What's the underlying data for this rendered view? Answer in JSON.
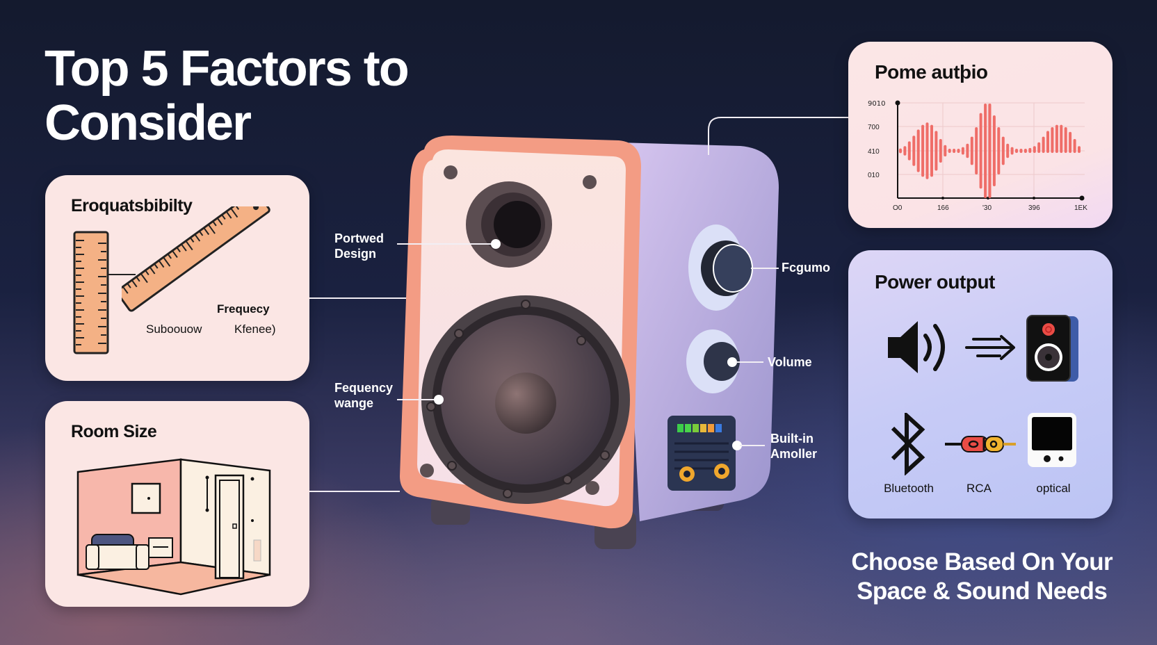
{
  "header": {
    "title_line1": "Top 5 Factors to",
    "title_line2": "Consider"
  },
  "panels": {
    "compatibility": {
      "title": "Eroquatsbibilty",
      "labels": [
        "Frequecy",
        "Suboouow",
        "Kfenee)"
      ],
      "icons": [
        "vertical-ruler-icon",
        "diagonal-ruler-icon"
      ]
    },
    "room_size": {
      "title": "Room Size",
      "icons": [
        "room-illustration-icon",
        "sofa-icon",
        "door-icon",
        "picture-frame-icon"
      ]
    },
    "frequency_chart": {
      "title": "Pome autþio"
    },
    "power_output": {
      "title": "Power output",
      "connectivity": [
        {
          "label": "Bluetooth",
          "icon": "bluetooth-icon"
        },
        {
          "label": "RCA",
          "icon": "rca-cable-icon"
        },
        {
          "label": "optical",
          "icon": "optical-port-icon"
        }
      ],
      "icons": [
        "speaker-volume-icon",
        "double-arrow-icon",
        "speaker-device-icon"
      ]
    }
  },
  "callouts": {
    "ported": "Portwed\nDesign",
    "ported_line1": "Portwed",
    "ported_line2": "Design",
    "freq_line1": "Fequency",
    "freq_line2": "wange",
    "knob": "Fcgumo",
    "volume": "Volume",
    "amp_line1": "Built-in",
    "amp_line2": "Amoller"
  },
  "footer": {
    "line1": "Choose Based On Your",
    "line2": "Space & Sound Needs"
  },
  "colors": {
    "panel_pink": "#fbe6e4",
    "panel_lavender": "#c7cbf5",
    "speaker_accent": "#f39c84",
    "waveform": "#ef6d68",
    "ruler": "#f4b185"
  },
  "chart_data": {
    "type": "bar",
    "title": "Pome autþio",
    "xlabel": "",
    "ylabel": "",
    "x_ticks": [
      "O0",
      "166",
      "'30",
      "396",
      "1EK"
    ],
    "y_ticks": [
      "9010",
      "700",
      "410",
      "010"
    ],
    "description": "Symmetric waveform-like bar plot centred on the 410 line; three bursts: moderate burst near x≈1/4, tallest burst near x≈1/2, then a one-sided hump near x≈7/8",
    "series": [
      {
        "name": "amplitude",
        "values": [
          0.05,
          0.1,
          0.2,
          0.32,
          0.45,
          0.55,
          0.6,
          0.55,
          0.42,
          0.25,
          0.12,
          0.04,
          0.04,
          0.04,
          0.08,
          0.15,
          0.3,
          0.5,
          0.8,
          1.0,
          1.0,
          0.75,
          0.5,
          0.3,
          0.15,
          0.08,
          0.04,
          0.04,
          0.04,
          0.06,
          0.1,
          0.18,
          0.3,
          0.42,
          0.5,
          0.55,
          0.55,
          0.5,
          0.4,
          0.25,
          0.1
        ]
      }
    ],
    "grid": true
  }
}
